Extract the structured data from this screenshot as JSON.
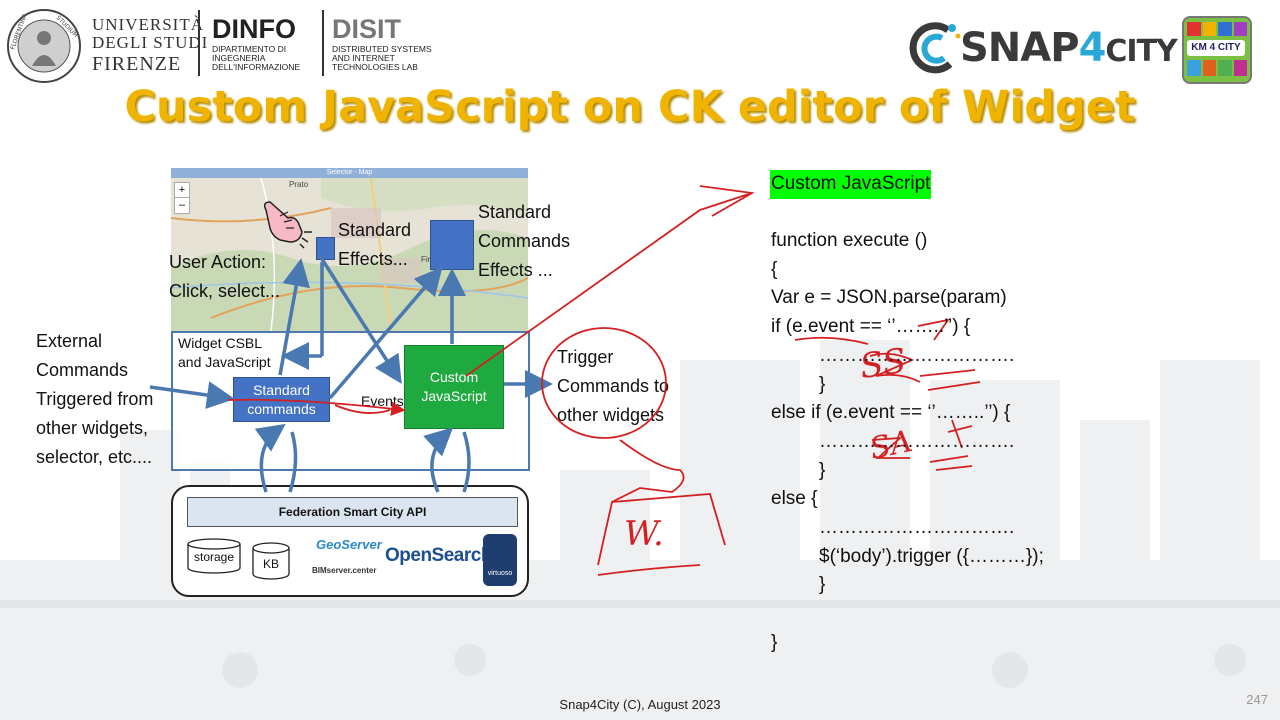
{
  "header": {
    "university_lines": [
      "UNIVERSITÀ",
      "DEGLI STUDI",
      "FIRENZE"
    ],
    "dinfo": {
      "name": "DINFO",
      "lines": [
        "DIPARTIMENTO DI",
        "INGEGNERIA",
        "DELL'INFORMAZIONE"
      ]
    },
    "disit": {
      "name": "DISIT",
      "lines": [
        "DISTRIBUTED SYSTEMS",
        "AND INTERNET",
        "TECHNOLOGIES LAB"
      ]
    },
    "snap_logo": {
      "text_main": "SNAP",
      "text_4": "4",
      "text_city": "CITY"
    },
    "km4city_badge": "KM 4 CITY"
  },
  "title": "Custom JavaScript on CK editor of Widget",
  "diagram": {
    "map_header": "Selector - Map",
    "user_action": [
      "User Action:",
      "Click, select..."
    ],
    "standard_effects": [
      "Standard",
      "Effects..."
    ],
    "standard_commands_effects": [
      "Standard",
      "Commands",
      "Effects ..."
    ],
    "external_commands": [
      "External",
      "Commands",
      "Triggered from",
      "other widgets,",
      "selector, etc...."
    ],
    "widget_csbl": [
      "Widget CSBL",
      "and JavaScript"
    ],
    "standard_commands_box": [
      "Standard",
      "commands"
    ],
    "events_label": "Events",
    "custom_js_box": [
      "Custom",
      "JavaScript"
    ],
    "trigger": [
      "Trigger",
      "Commands to",
      "other widgets"
    ],
    "federation_api": "Federation Smart City API",
    "storage": "storage",
    "kb": "KB",
    "geoserver": "GeoServer",
    "bim": "BIMserver.center",
    "opensearch": "OpenSearch",
    "virtuoso": "virtuoso",
    "map_places": [
      "Prato",
      "Firenze"
    ],
    "zoom_plus": "+",
    "zoom_minus": "–"
  },
  "code": {
    "highlight_label": "Custom JavaScript",
    "highlight_color": "#00ff00",
    "lines": [
      "function execute ()",
      "{",
      "Var e = JSON.parse(param)",
      "if (e.event == ‘’……..’’) {",
      "………………………….",
      "}",
      "else if (e.event == ‘’……..’’) {",
      "………………………….",
      "}",
      "else {",
      "………………………….",
      "$(‘body’).trigger ({………});",
      "}",
      "",
      "}"
    ]
  },
  "annotations": {
    "handwritten_w": "W.",
    "handwritten_ss": "SS",
    "handwritten_sa": "SA",
    "ink_color": "#d42020"
  },
  "footer": "Snap4City (C), August  2023",
  "page_number": "247"
}
